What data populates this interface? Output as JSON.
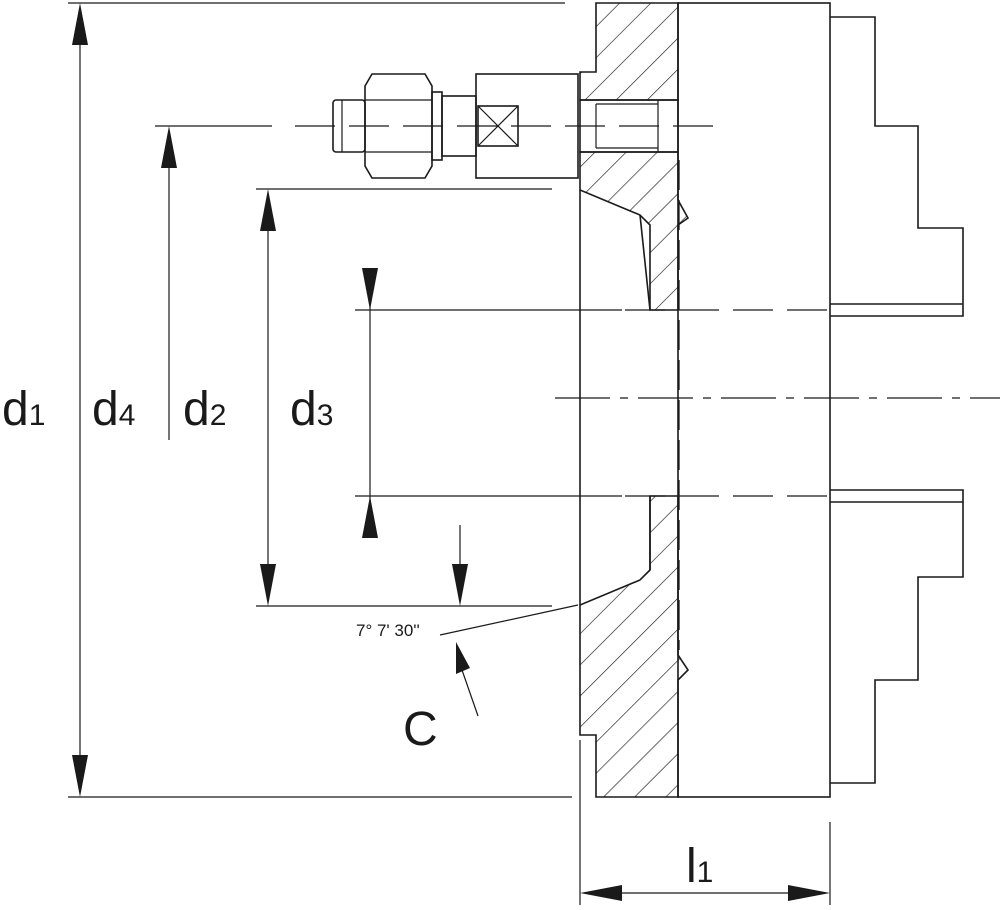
{
  "labels": {
    "d1": {
      "main": "d",
      "sub": "1"
    },
    "d4": {
      "main": "d",
      "sub": "4"
    },
    "d2": {
      "main": "d",
      "sub": "2"
    },
    "d3": {
      "main": "d",
      "sub": "3"
    },
    "l1": {
      "main": "l",
      "sub": "1"
    },
    "c": "C",
    "angle": "7° 7' 30''"
  }
}
